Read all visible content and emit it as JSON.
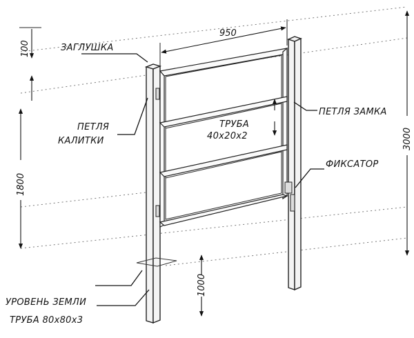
{
  "labels": {
    "cap": "ЗАГЛУШКА",
    "gate_hinge_1": "ПЕТЛЯ",
    "gate_hinge_2": "КАЛИТКИ",
    "lock_hinge": "ПЕТЛЯ ЗАМКА",
    "tube_small_1": "ТРУБА",
    "tube_small_2": "40х20х2",
    "latch": "ФИКСАТОР",
    "ground_level": "УРОВЕНЬ ЗЕМЛИ",
    "tube_post": "ТРУБА 80х80х3"
  },
  "dimensions": {
    "width": "950",
    "cap_height": "100",
    "gate_height": "1800",
    "total_height": "3000",
    "burial_depth": "1000"
  }
}
